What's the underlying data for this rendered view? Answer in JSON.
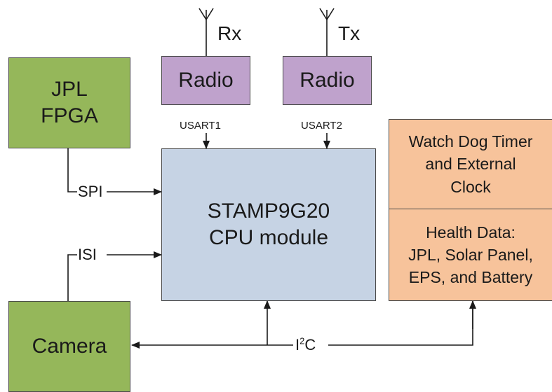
{
  "blocks": {
    "fpga": {
      "line1": "JPL",
      "line2": "FPGA"
    },
    "radio_rx": {
      "label": "Radio"
    },
    "radio_tx": {
      "label": "Radio"
    },
    "cpu": {
      "line1": "STAMP9G20",
      "line2": "CPU module"
    },
    "camera": {
      "label": "Camera"
    },
    "watchdog": {
      "line1": "Watch Dog Timer",
      "line2": "and External",
      "line3": "Clock"
    },
    "health": {
      "line1": "Health Data:",
      "line2": "JPL, Solar Panel,",
      "line3": "EPS, and Battery"
    }
  },
  "antennas": {
    "rx": "Rx",
    "tx": "Tx"
  },
  "buses": {
    "usart1": "USART1",
    "usart2": "USART2",
    "spi": "SPI",
    "isi": "ISI",
    "i2c_base": "I",
    "i2c_sup": "2",
    "i2c_tail": "C"
  },
  "colors": {
    "fpga_camera_fill": "#95b75a",
    "radio_fill": "#bfa2cc",
    "cpu_fill": "#c6d3e4",
    "health_fill": "#f7c39b",
    "line": "#1a1a1a"
  }
}
